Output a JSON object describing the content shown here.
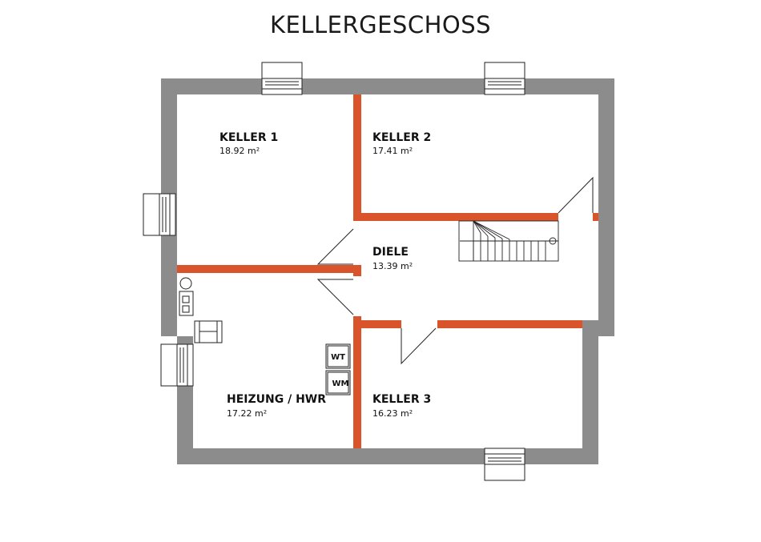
{
  "title": "KELLERGESCHOSS",
  "colors": {
    "outer_wall": "#8c8c8c",
    "inner_wall": "#d9542b",
    "line": "#222222",
    "background": "#ffffff"
  },
  "rooms": [
    {
      "name": "KELLER 1",
      "area": "18.92 m²"
    },
    {
      "name": "KELLER 2",
      "area": "17.41 m²"
    },
    {
      "name": "DIELE",
      "area": "13.39 m²"
    },
    {
      "name": "HEIZUNG / HWR",
      "area": "17.22 m²"
    },
    {
      "name": "KELLER 3",
      "area": "16.23 m²"
    }
  ],
  "appliances": [
    {
      "label": "WT"
    },
    {
      "label": "WM"
    }
  ]
}
